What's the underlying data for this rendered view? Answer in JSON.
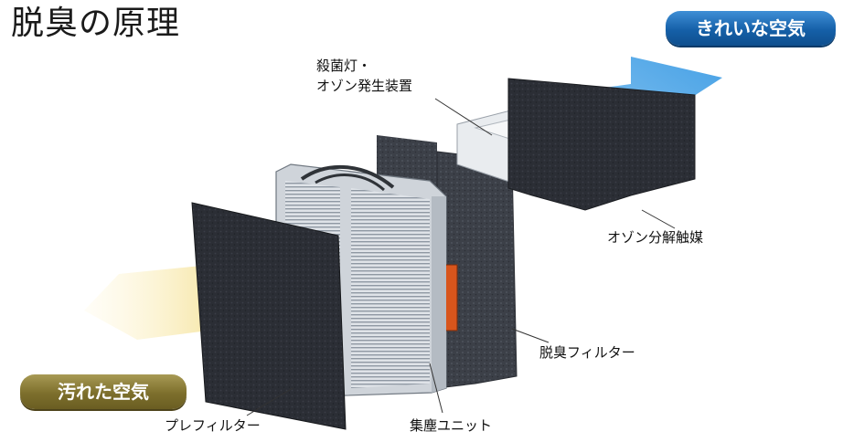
{
  "title": "脱臭の原理",
  "badges": {
    "clean_air": "きれいな空気",
    "dirty_air": "汚れた空気"
  },
  "labels": {
    "uv_ozone_line1": "殺菌灯・",
    "uv_ozone_line2": "オゾン発生装置",
    "ozone_catalyst": "オゾン分解触媒",
    "deodorizing_filter": "脱臭フィルター",
    "pre_filter": "プレフィルター",
    "dust_unit": "集塵ユニット"
  },
  "colors": {
    "clean_badge": "#1560a8",
    "dirty_badge": "#7d6f2c",
    "clean_arrow": "#4aa3e6",
    "dirty_air": "#f3e2a0"
  }
}
